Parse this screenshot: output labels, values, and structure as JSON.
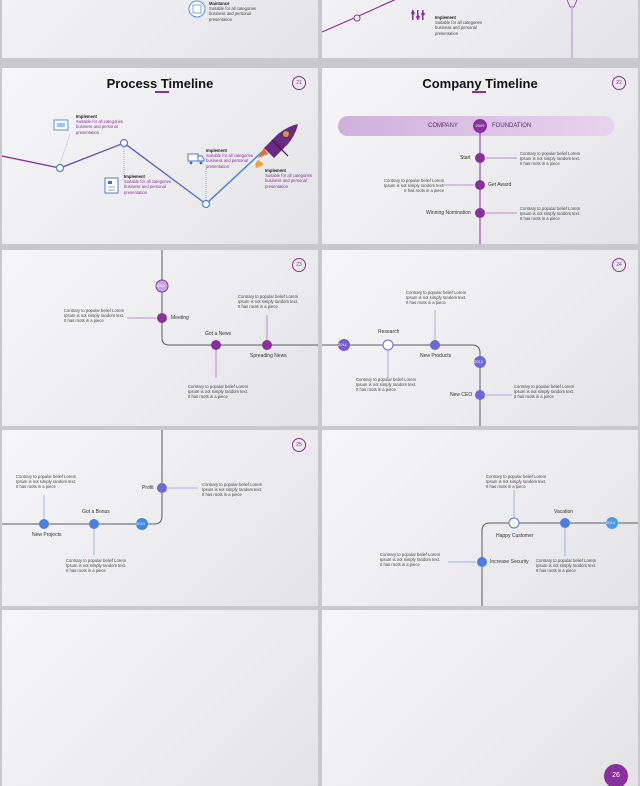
{
  "s1": {
    "heading": "Maintance",
    "desc": [
      "Suitable for all categories",
      "business and personal",
      "presentation"
    ]
  },
  "s2": {
    "heading": "Implement",
    "desc": [
      "Suitable for all categories",
      "business and personal",
      "presentation"
    ]
  },
  "s3": {
    "title": "Process Timeline",
    "page": "21",
    "items": [
      {
        "heading": "Implement",
        "desc": [
          "Suitable for all categories",
          "business and personal",
          "presentation"
        ]
      },
      {
        "heading": "Implement",
        "desc": [
          "Suitable for all categories",
          "business and personal",
          "presentation"
        ]
      },
      {
        "heading": "Implement",
        "desc": [
          "Suitable for all categories",
          "business and personal",
          "presentation"
        ]
      },
      {
        "heading": "Implement",
        "desc": [
          "Suitable for all categories",
          "business and personal",
          "presentation"
        ]
      }
    ]
  },
  "s4": {
    "title": "Company Timeline",
    "page": "22",
    "banner_left": "COMPANY",
    "banner_year": "2009",
    "banner_right": "FOUNDATION",
    "events": [
      {
        "label": "Start",
        "desc": [
          "Contrary to popular belief Lorem",
          "Ipsum is not simply random text.",
          "It has roots in a piece"
        ]
      },
      {
        "label": "Get Award",
        "desc": [
          "Contrary to popular belief Lorem",
          "Ipsum is not simply random text.",
          "It has roots in a piece"
        ]
      },
      {
        "label": "Winning Nomination",
        "desc": [
          "Contrary to popular belief Lorem",
          "Ipsum is not simply random text.",
          "It has roots in a piece"
        ]
      }
    ]
  },
  "s5": {
    "page": "23",
    "year": "2010",
    "labels": [
      "Meeting",
      "Got a News",
      "Spreading News"
    ],
    "desc": [
      "Contrary to popular belief Lorem",
      "Ipsum is not simply random text.",
      "It has roots in a piece"
    ]
  },
  "s6": {
    "page": "24",
    "years": [
      "2011",
      "2012"
    ],
    "labels": [
      "Research",
      "New Products",
      "New CEO"
    ],
    "desc": [
      "Contrary to popular belief Lorem",
      "Ipsum is not simply random text.",
      "It has roots in a piece"
    ]
  },
  "s7": {
    "page": "25",
    "year": "2013",
    "labels": [
      "Profit",
      "Got a Bonus",
      "New Projects"
    ],
    "desc": [
      "Contrary to popular belief Lorem",
      "Ipsum is not simply random text.",
      "It has roots in a piece"
    ]
  },
  "s8": {
    "year": "2014",
    "labels": [
      "Vacation",
      "Happy Customer",
      "Increase Security"
    ],
    "desc": [
      "Contrary to popular belief Lorem",
      "Ipsum is not simply random text.",
      "It has roots in a piece"
    ]
  },
  "s10": {
    "page": "26"
  }
}
